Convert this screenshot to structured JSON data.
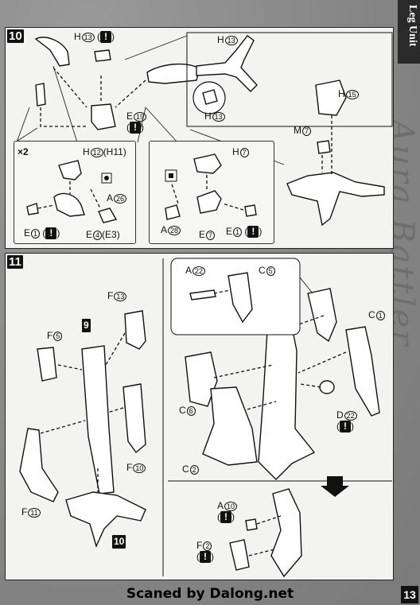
{
  "side_tab": "Leg Unit",
  "side_title": "Aura Battler",
  "credit": "Scaned by Dalong.net",
  "page_number": "13",
  "step10": {
    "number": "10",
    "top_label": {
      "part": "H",
      "num": "13",
      "mark": "!"
    },
    "e19": {
      "part": "E",
      "num": "19",
      "mark": "!"
    },
    "inset_top": {
      "h_top": {
        "part": "H",
        "num": "13"
      },
      "h_bottom": {
        "part": "H",
        "num": "13"
      }
    },
    "h15": {
      "part": "H",
      "num": "15"
    },
    "m7": {
      "part": "M",
      "num": "7"
    },
    "box_left": {
      "multiplier": "×2",
      "h12": {
        "part": "H",
        "num": "12",
        "alt": "(H11)"
      },
      "a26": {
        "part": "A",
        "num": "26"
      },
      "e1": {
        "part": "E",
        "num": "1",
        "mark": "!"
      },
      "e4": {
        "part": "E",
        "num": "4",
        "alt": "(E3)"
      }
    },
    "box_right": {
      "h7": {
        "part": "H",
        "num": "7"
      },
      "a28": {
        "part": "A",
        "num": "28"
      },
      "e7": {
        "part": "E",
        "num": "7"
      },
      "e1": {
        "part": "E",
        "num": "1",
        "mark": "!"
      }
    }
  },
  "step11": {
    "number": "11",
    "sub_ref_9": "9",
    "sub_ref_10": "10",
    "f13": {
      "part": "F",
      "num": "13"
    },
    "f5": {
      "part": "F",
      "num": "5"
    },
    "f10": {
      "part": "F",
      "num": "10"
    },
    "f11": {
      "part": "F",
      "num": "11"
    },
    "a22": {
      "part": "A",
      "num": "22"
    },
    "c5": {
      "part": "C",
      "num": "5"
    },
    "c1": {
      "part": "C",
      "num": "1"
    },
    "c6": {
      "part": "C",
      "num": "6"
    },
    "c2": {
      "part": "C",
      "num": "2"
    },
    "d22": {
      "part": "D",
      "num": "22",
      "mark": "!"
    },
    "a10": {
      "part": "A",
      "num": "10",
      "mark": "!"
    },
    "f2": {
      "part": "F",
      "num": "2",
      "mark": "!"
    }
  }
}
